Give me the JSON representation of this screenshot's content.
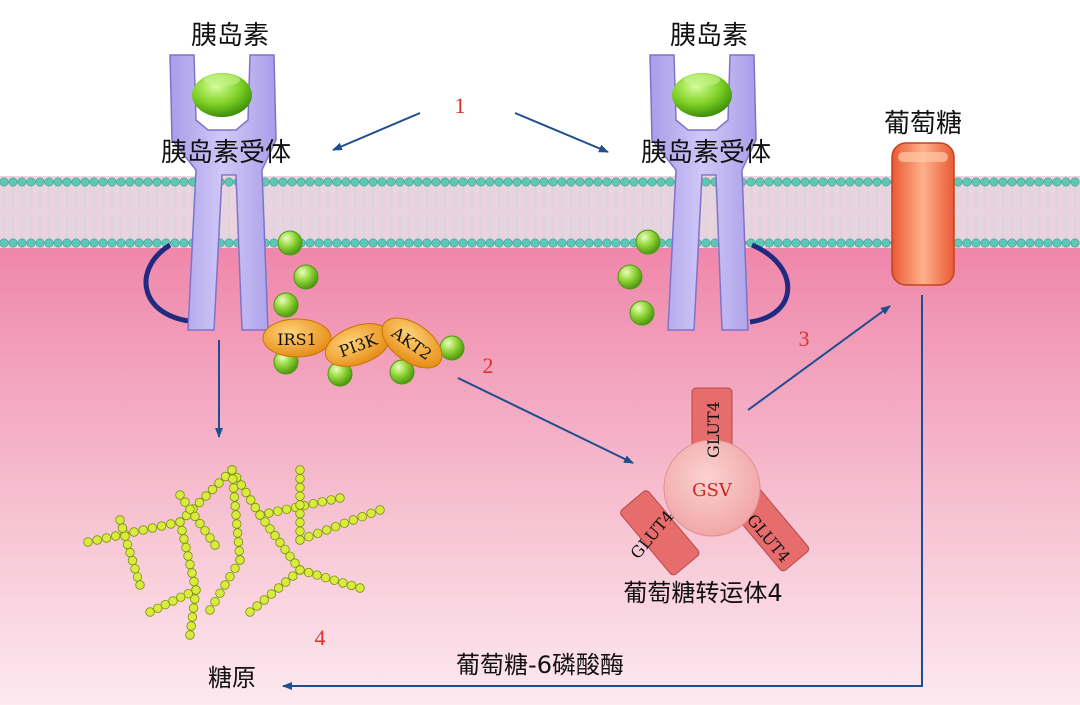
{
  "labels": {
    "insulin_left": "胰岛素",
    "insulin_right": "胰岛素",
    "receptor_left": "胰岛素受体",
    "receptor_right": "胰岛素受体",
    "glucose": "葡萄糖",
    "glucose_transporter": "葡萄糖转运体4",
    "glycogen": "糖原",
    "g6pase": "葡萄糖-6磷酸酶",
    "irs1": "IRS1",
    "pi3k": "PI3K",
    "akt2": "AKT2",
    "gsv": "GSV",
    "glut4_top": "GLUT4",
    "glut4_left": "GLUT4",
    "glut4_right": "GLUT4"
  },
  "steps": [
    "1",
    "2",
    "3",
    "4"
  ],
  "colors": {
    "membrane_head": "#5ec9b8",
    "membrane_band": "#e9c8d8",
    "cytoplasm_top": "#f08eb0",
    "cytoplasm_bottom": "#fbe3ea",
    "receptor": "#b9aef0",
    "receptor_stroke": "#7f73c9",
    "insulin": "#7ed321",
    "phospho": "#8fd03a",
    "signal_protein": "#f0a21e",
    "transporter": "#f27c4f",
    "gsv": "#f4b3b3",
    "glut4": "#e86a6a",
    "glycogen": "#d6ea3a",
    "arrow": "#1f4e8f",
    "step_number": "#d9312b",
    "loop": "#1f2a80"
  }
}
